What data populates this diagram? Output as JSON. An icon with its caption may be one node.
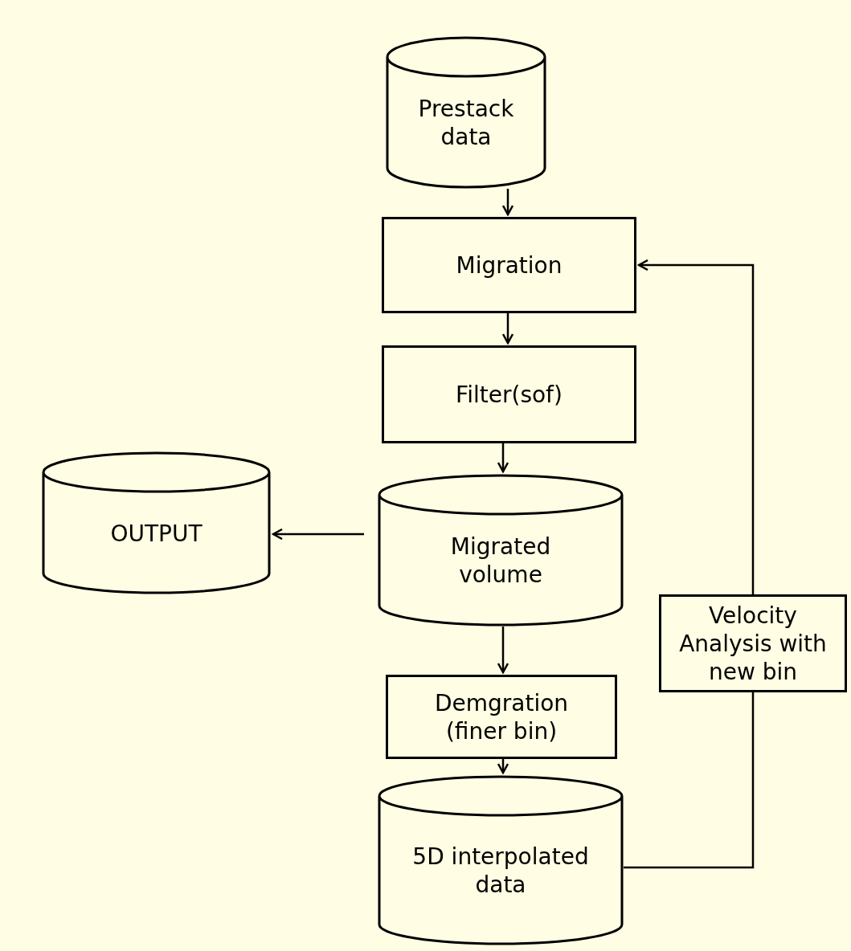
{
  "diagram": {
    "nodes": [
      {
        "text": [
          "Prestack data"
        ]
      },
      {
        "text": [
          "Migration"
        ]
      },
      {
        "text": [
          "Filter(sof)"
        ]
      },
      {
        "text": [
          "OUTPUT"
        ]
      },
      {
        "text": [
          "Migrated volume"
        ]
      },
      {
        "text": [
          "Demgration (finer bin)"
        ]
      },
      {
        "text": [
          "5D interpolated data"
        ]
      },
      {
        "text": [
          "Velocity Analysis with new bin"
        ]
      }
    ],
    "edges": [
      {
        "from": 0,
        "to": 1,
        "arrow": "to"
      },
      {
        "from": 1,
        "to": 2,
        "arrow": "to"
      },
      {
        "from": 2,
        "to": 4,
        "arrow": "to"
      },
      {
        "from": 4,
        "to": 3,
        "arrow": "to"
      },
      {
        "from": 4,
        "to": 5,
        "arrow": "to"
      },
      {
        "from": 5,
        "to": 6,
        "arrow": "to"
      },
      {
        "from": 6,
        "to": 7,
        "arrow": "none"
      },
      {
        "from": 7,
        "to": 1,
        "arrow": "to"
      }
    ]
  }
}
